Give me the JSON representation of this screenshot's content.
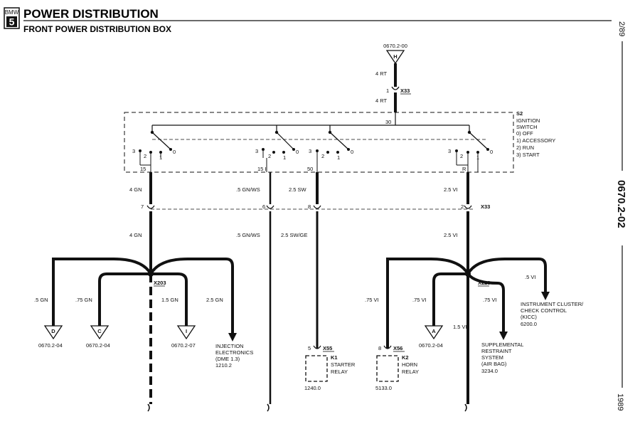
{
  "header": {
    "logo_brand": "BMW",
    "logo_series": "5",
    "title": "POWER DISTRIBUTION",
    "subtitle": "FRONT POWER DISTRIBUTION BOX"
  },
  "side": {
    "date_top": "2/89",
    "page_code": "0670.2-02",
    "year": "1989"
  },
  "top_connector": {
    "ref": "0670.2-00",
    "letter": "H",
    "wire_above": "4 RT",
    "pin": "1",
    "connector": "X33",
    "wire_below": "4 RT"
  },
  "ignition_switch": {
    "id": "S2",
    "lines": [
      "IGNITION",
      "SWITCH",
      "0) OFF",
      "1) ACCESSORY",
      "2) RUN",
      "3) START"
    ],
    "input_terminal": "30",
    "terminals": [
      "15",
      "15 I",
      "50",
      "R"
    ],
    "positions": [
      "3",
      "2",
      "1",
      "0"
    ]
  },
  "x33_row": {
    "connector": "X33",
    "pins": [
      "7",
      "6",
      "8",
      "2"
    ]
  },
  "wires": {
    "upper": [
      "4 GN",
      ".5 GN/WS",
      "2.5 SW",
      "2.5 VI"
    ],
    "lower": [
      "4 GN",
      ".5 GN/WS",
      "2.5 SW/GE",
      "2.5 VI"
    ]
  },
  "splice_left": {
    "id": "X203",
    "branch_d": {
      "wire": ".5 GN",
      "letter": "D",
      "ref": "0670.2-04"
    },
    "branch_c": {
      "wire": ".75 GN",
      "letter": "C",
      "ref": "0670.2-04"
    },
    "branch_i": {
      "wire": "1.5 GN",
      "letter": "I",
      "ref": "0670.2-07"
    },
    "branch_inj": {
      "wire": "2.5 GN",
      "lines": [
        "INJECTION",
        "ELECTRONICS",
        "(DME 1.3)",
        "1210.2"
      ]
    }
  },
  "starter_relay": {
    "pin": "5",
    "connector": "X55",
    "id": "K1",
    "lines": [
      "STARTER",
      "RELAY"
    ],
    "ref": "1240.0"
  },
  "horn_relay": {
    "pin": "8",
    "connector": "X56",
    "id": "K2",
    "lines": [
      "HORN",
      "RELAY"
    ],
    "ref": "5133.0"
  },
  "splice_right": {
    "id": "X223",
    "branch_horn": {
      "wire": ".75 VI"
    },
    "branch_a": {
      "wire": ".75 VI",
      "letter": "A",
      "ref": "0670.2-04"
    },
    "branch_srs": {
      "wire": ".75 VI",
      "lines": [
        "SUPPLEMENTAL",
        "RESTRAINT",
        "SYSTEM",
        "(AIR BAG)",
        "3234.0"
      ]
    },
    "branch_cluster": {
      "wire": ".5 VI",
      "lines": [
        "INSTRUMENT CLUSTER/",
        "CHECK CONTROL",
        "(KICC)",
        "6200.0"
      ]
    },
    "main_down": {
      "wire": "1.5 VI"
    }
  }
}
